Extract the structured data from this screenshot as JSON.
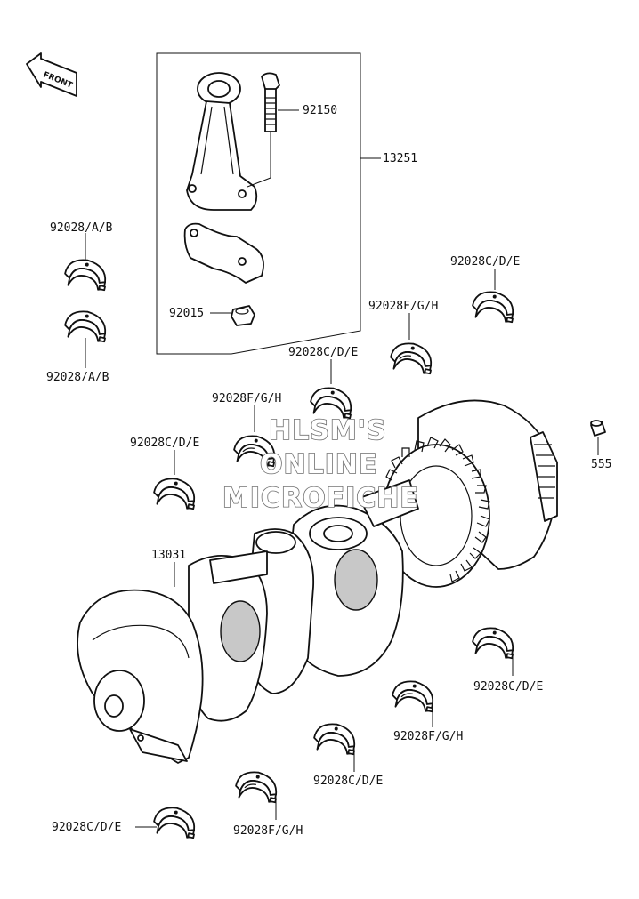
{
  "front_arrow": {
    "text": "FRONT",
    "icon": "front-arrow-icon"
  },
  "labels": {
    "p92150": "92150",
    "p13251": "13251",
    "p92015": "92015",
    "p92028ab_top": "92028/A/B",
    "p92028ab_bottom": "92028/A/B",
    "p92028cde_1": "92028C/D/E",
    "p92028fgh_1": "92028F/G/H",
    "p92028cde_2": "92028C/D/E",
    "p92028fgh_2": "92028F/G/H",
    "p92028cde_3": "92028C/D/E",
    "p555": "555",
    "p13031": "13031",
    "p92028cde_4": "92028C/D/E",
    "p92028fgh_3": "92028F/G/H",
    "p92028cde_5": "92028C/D/E",
    "p92028fgh_4": "92028F/G/H",
    "p92028cde_6": "92028C/D/E"
  },
  "watermark": {
    "line1": "HLSM'S",
    "line2": "ONLINE",
    "line3": "MICROFICHE"
  }
}
